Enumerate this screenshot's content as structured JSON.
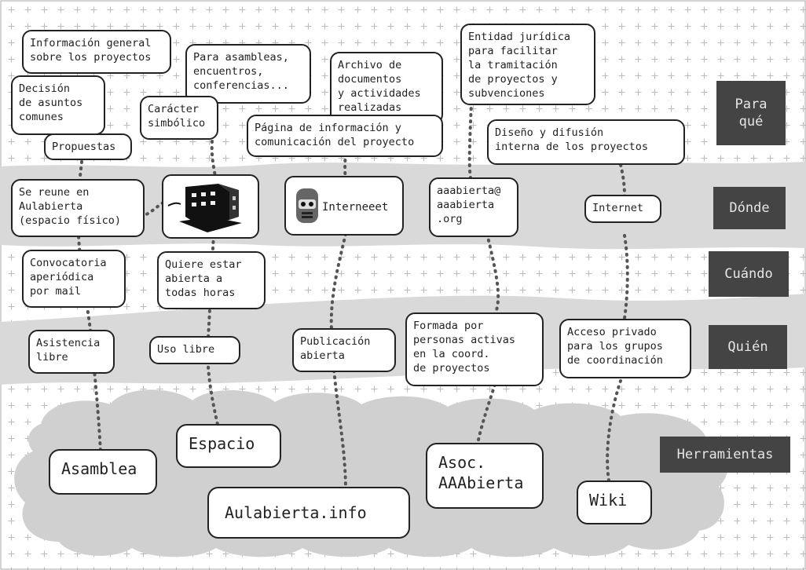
{
  "colors": {
    "band": "#d9d9d9",
    "label_bg": "#444444",
    "grid": "#bbbbbb",
    "connector": "#555555"
  },
  "labels": {
    "para_que": "Para\nqué",
    "donde": "Dónde",
    "cuando": "Cuándo",
    "quien": "Quién",
    "herramientas": "Herramientas"
  },
  "tools": {
    "asamblea": "Asamblea",
    "espacio": "Espacio",
    "aulabierta": "Aulabierta.info",
    "asoc": "Asoc.\nAAAbierta",
    "wiki": "Wiki"
  },
  "asamblea": {
    "info_general": "Información general\nsobre los proyectos",
    "decision": "Decisión\nde asuntos\ncomunes",
    "propuestas": "Propuestas",
    "se_reune": "Se reune en\nAulabierta\n(espacio físico)",
    "convocatoria": "Convocatoria\naperiódica\npor mail",
    "asistencia": "Asistencia\nlibre"
  },
  "espacio": {
    "para_asambleas": "Para asambleas,\nencuentros,\nconferencias...",
    "caracter": "Carácter\nsimbólico",
    "quiere": "Quiere estar\nabierta a\ntodas horas",
    "uso_libre": "Uso libre",
    "building_icon": "building-icon"
  },
  "aulabierta_info": {
    "archivo": "Archivo de\ndocumentos\ny actividades\nrealizadas",
    "pagina": "Página de información y\ncomunicación del proyecto",
    "internet": "Interneeet",
    "internet_icon": "robot-icon",
    "publicacion": "Publicación\nabierta"
  },
  "asoc_aaabierta": {
    "entidad": "Entidad jurídica\npara facilitar\nla tramitación\nde proyectos y\nsubvenciones",
    "email": "aaabierta@\naaabierta\n.org",
    "formada": "Formada por\npersonas activas\nen la coord.\nde proyectos"
  },
  "wiki": {
    "diseno": "Diseño y difusión\ninterna de los proyectos",
    "internet": "Internet",
    "acceso": "Acceso privado\npara los grupos\nde coordinación"
  }
}
